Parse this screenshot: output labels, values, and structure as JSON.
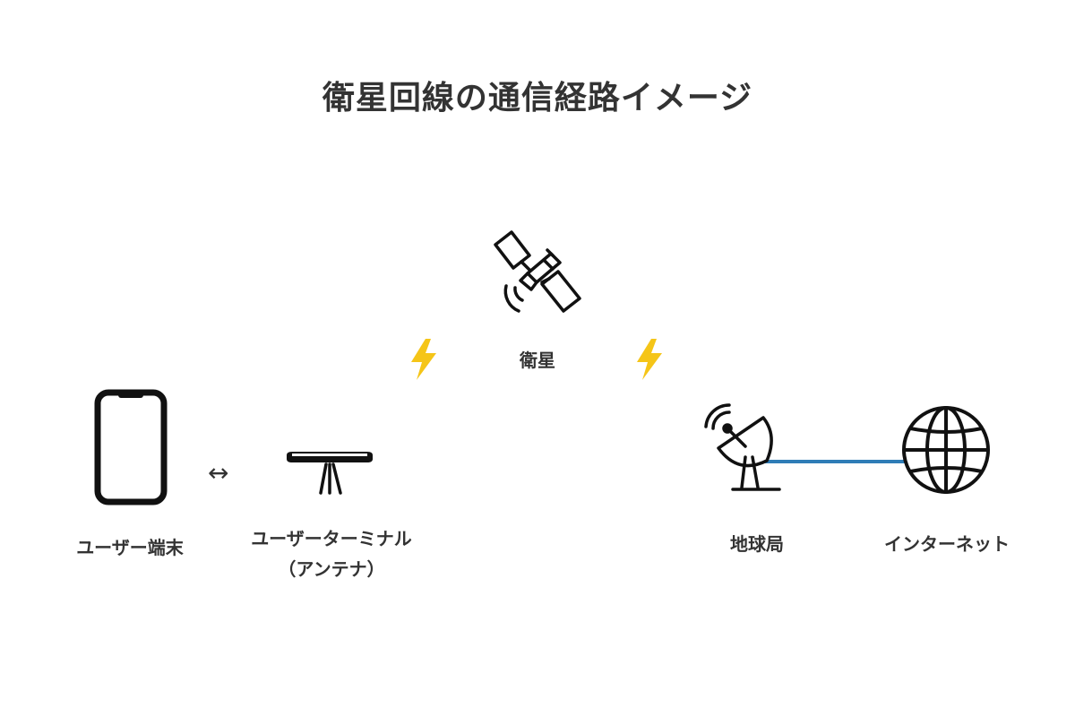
{
  "title": "衛星回線の通信経路イメージ",
  "nodes": {
    "user_device": {
      "label": "ユーザー端末",
      "icon": "smartphone-icon"
    },
    "user_terminal": {
      "label_line1": "ユーザーターミナル",
      "label_line2": "（アンテナ）",
      "icon": "satellite-antenna-icon"
    },
    "satellite": {
      "label": "衛星",
      "icon": "satellite-icon"
    },
    "ground_station": {
      "label": "地球局",
      "icon": "satellite-dish-icon"
    },
    "internet": {
      "label": "インターネット",
      "icon": "globe-icon"
    }
  },
  "connectors": {
    "device_terminal": "↔",
    "uplink_icon": "lightning-icon",
    "downlink_icon": "lightning-icon"
  },
  "colors": {
    "text": "#333333",
    "icon": "#111111",
    "lightning": "#F5C518",
    "link_line": "#2F7DB7"
  }
}
